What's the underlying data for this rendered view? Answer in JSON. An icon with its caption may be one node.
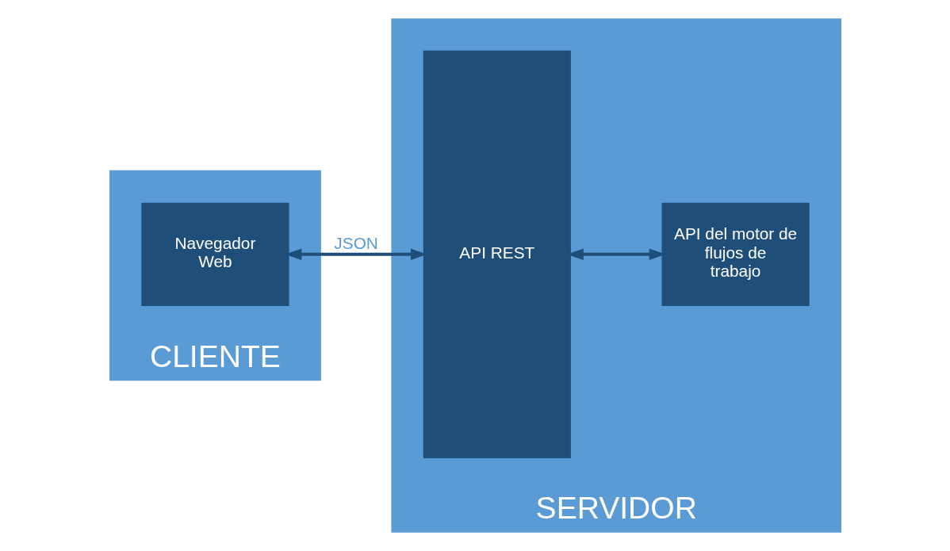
{
  "diagram": {
    "nodes": [
      {
        "text": [
          "CLIENTE"
        ]
      },
      {
        "text": [
          "Navegador Web"
        ],
        "in": 0
      },
      {
        "text": [
          "SERVIDOR"
        ]
      },
      {
        "text": [
          "API REST"
        ],
        "in": 2
      },
      {
        "text": [
          "API del motor de flujos de trabajo"
        ],
        "in": 2
      }
    ],
    "edges": [
      {
        "from": 1,
        "to": 3,
        "arrow": "both",
        "label": "JSON"
      },
      {
        "from": 3,
        "to": 4,
        "arrow": "both"
      }
    ]
  }
}
